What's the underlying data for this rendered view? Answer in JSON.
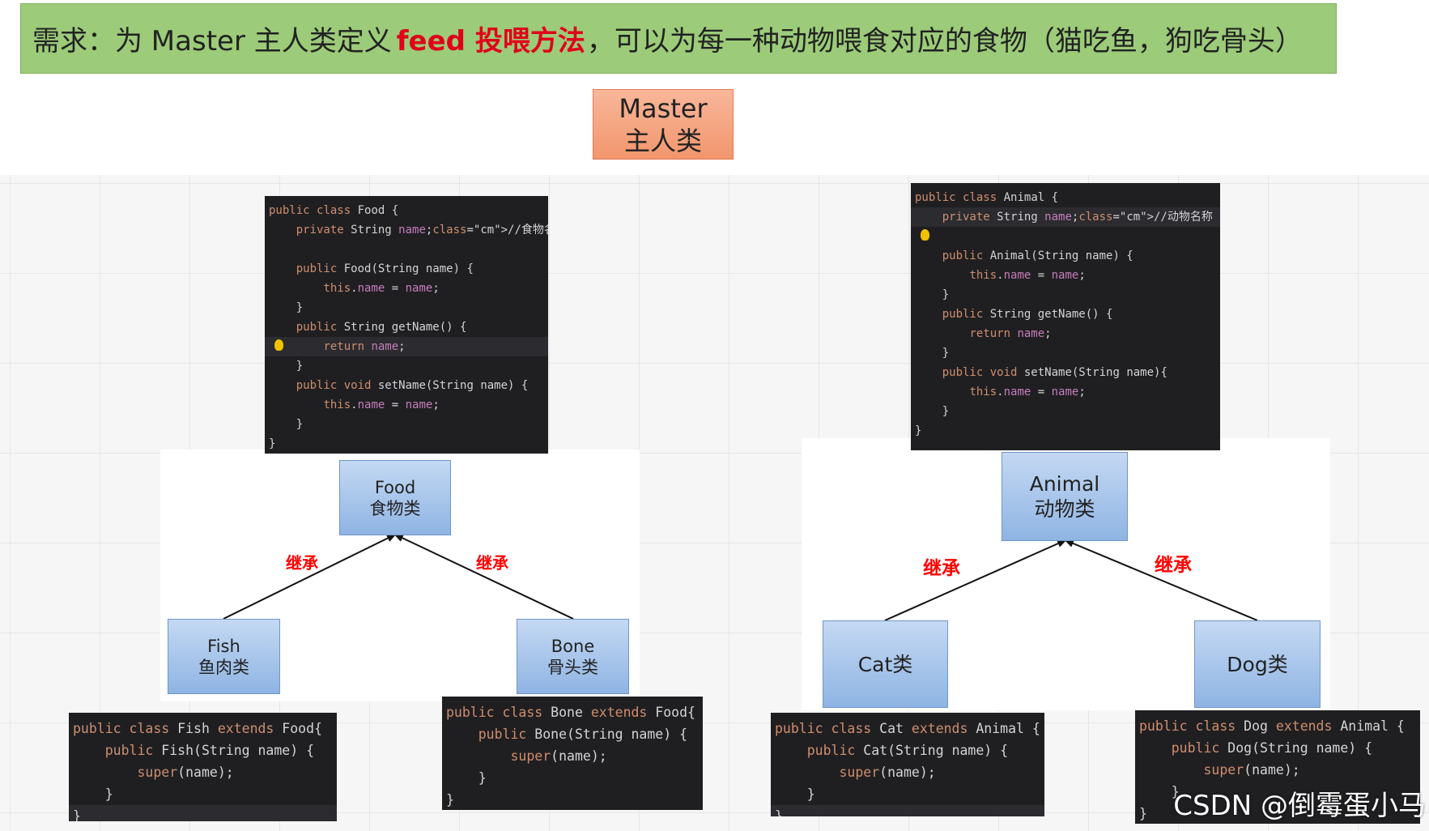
{
  "header": {
    "prefix": "需求：为 Master 主人类定义 ",
    "highlight": "feed 投喂方法",
    "suffix": "，可以为每一种动物喂食对应的食物（猫吃鱼，狗吃骨头）"
  },
  "master": {
    "line1": "Master",
    "line2": "主人类"
  },
  "food_tree": {
    "parent": {
      "name": "Food",
      "cn": "食物类"
    },
    "left_child": {
      "name": "Fish",
      "cn": "鱼肉类"
    },
    "right_child": {
      "name": "Bone",
      "cn": "骨头类"
    },
    "left_label": "继承",
    "right_label": "继承"
  },
  "animal_tree": {
    "parent": {
      "name": "Animal",
      "cn": "动物类"
    },
    "left_child": {
      "name": "Cat类"
    },
    "right_child": {
      "name": "Dog类"
    },
    "left_label": "继承",
    "right_label": "继承"
  },
  "code": {
    "food": [
      "public class Food {",
      "    private String name;//食物名称",
      "",
      "    public Food(String name) {",
      "        this.name = name;",
      "    }",
      "    public String getName() {",
      "        return name;",
      "    }",
      "    public void setName(String name) {",
      "        this.name = name;",
      "    }",
      "}"
    ],
    "animal": [
      "public class Animal {",
      "    private String name;//动物名称",
      "",
      "    public Animal(String name) {",
      "        this.name = name;",
      "    }",
      "    public String getName() {",
      "        return name;",
      "    }",
      "    public void setName(String name){",
      "        this.name = name;",
      "    }",
      "}"
    ],
    "fish": [
      "public class Fish extends Food{",
      "    public Fish(String name) {",
      "        super(name);",
      "    }",
      "}"
    ],
    "bone": [
      "public class Bone extends Food{",
      "    public Bone(String name) {",
      "        super(name);",
      "    }",
      "}"
    ],
    "cat": [
      "public class Cat extends Animal {",
      "    public Cat(String name) {",
      "        super(name);",
      "    }",
      "}"
    ],
    "dog": [
      "public class Dog extends Animal {",
      "    public Dog(String name) {",
      "        super(name);",
      "    }",
      "}"
    ]
  },
  "watermark": "CSDN @倒霉蛋小马",
  "colors": {
    "header_bg": "#9ccb79",
    "highlight": "#e0001a",
    "master_bg": "#f2966d",
    "class_box": "#9dbde6",
    "label_red": "#ff0000",
    "code_bg": "#1f1f22"
  }
}
